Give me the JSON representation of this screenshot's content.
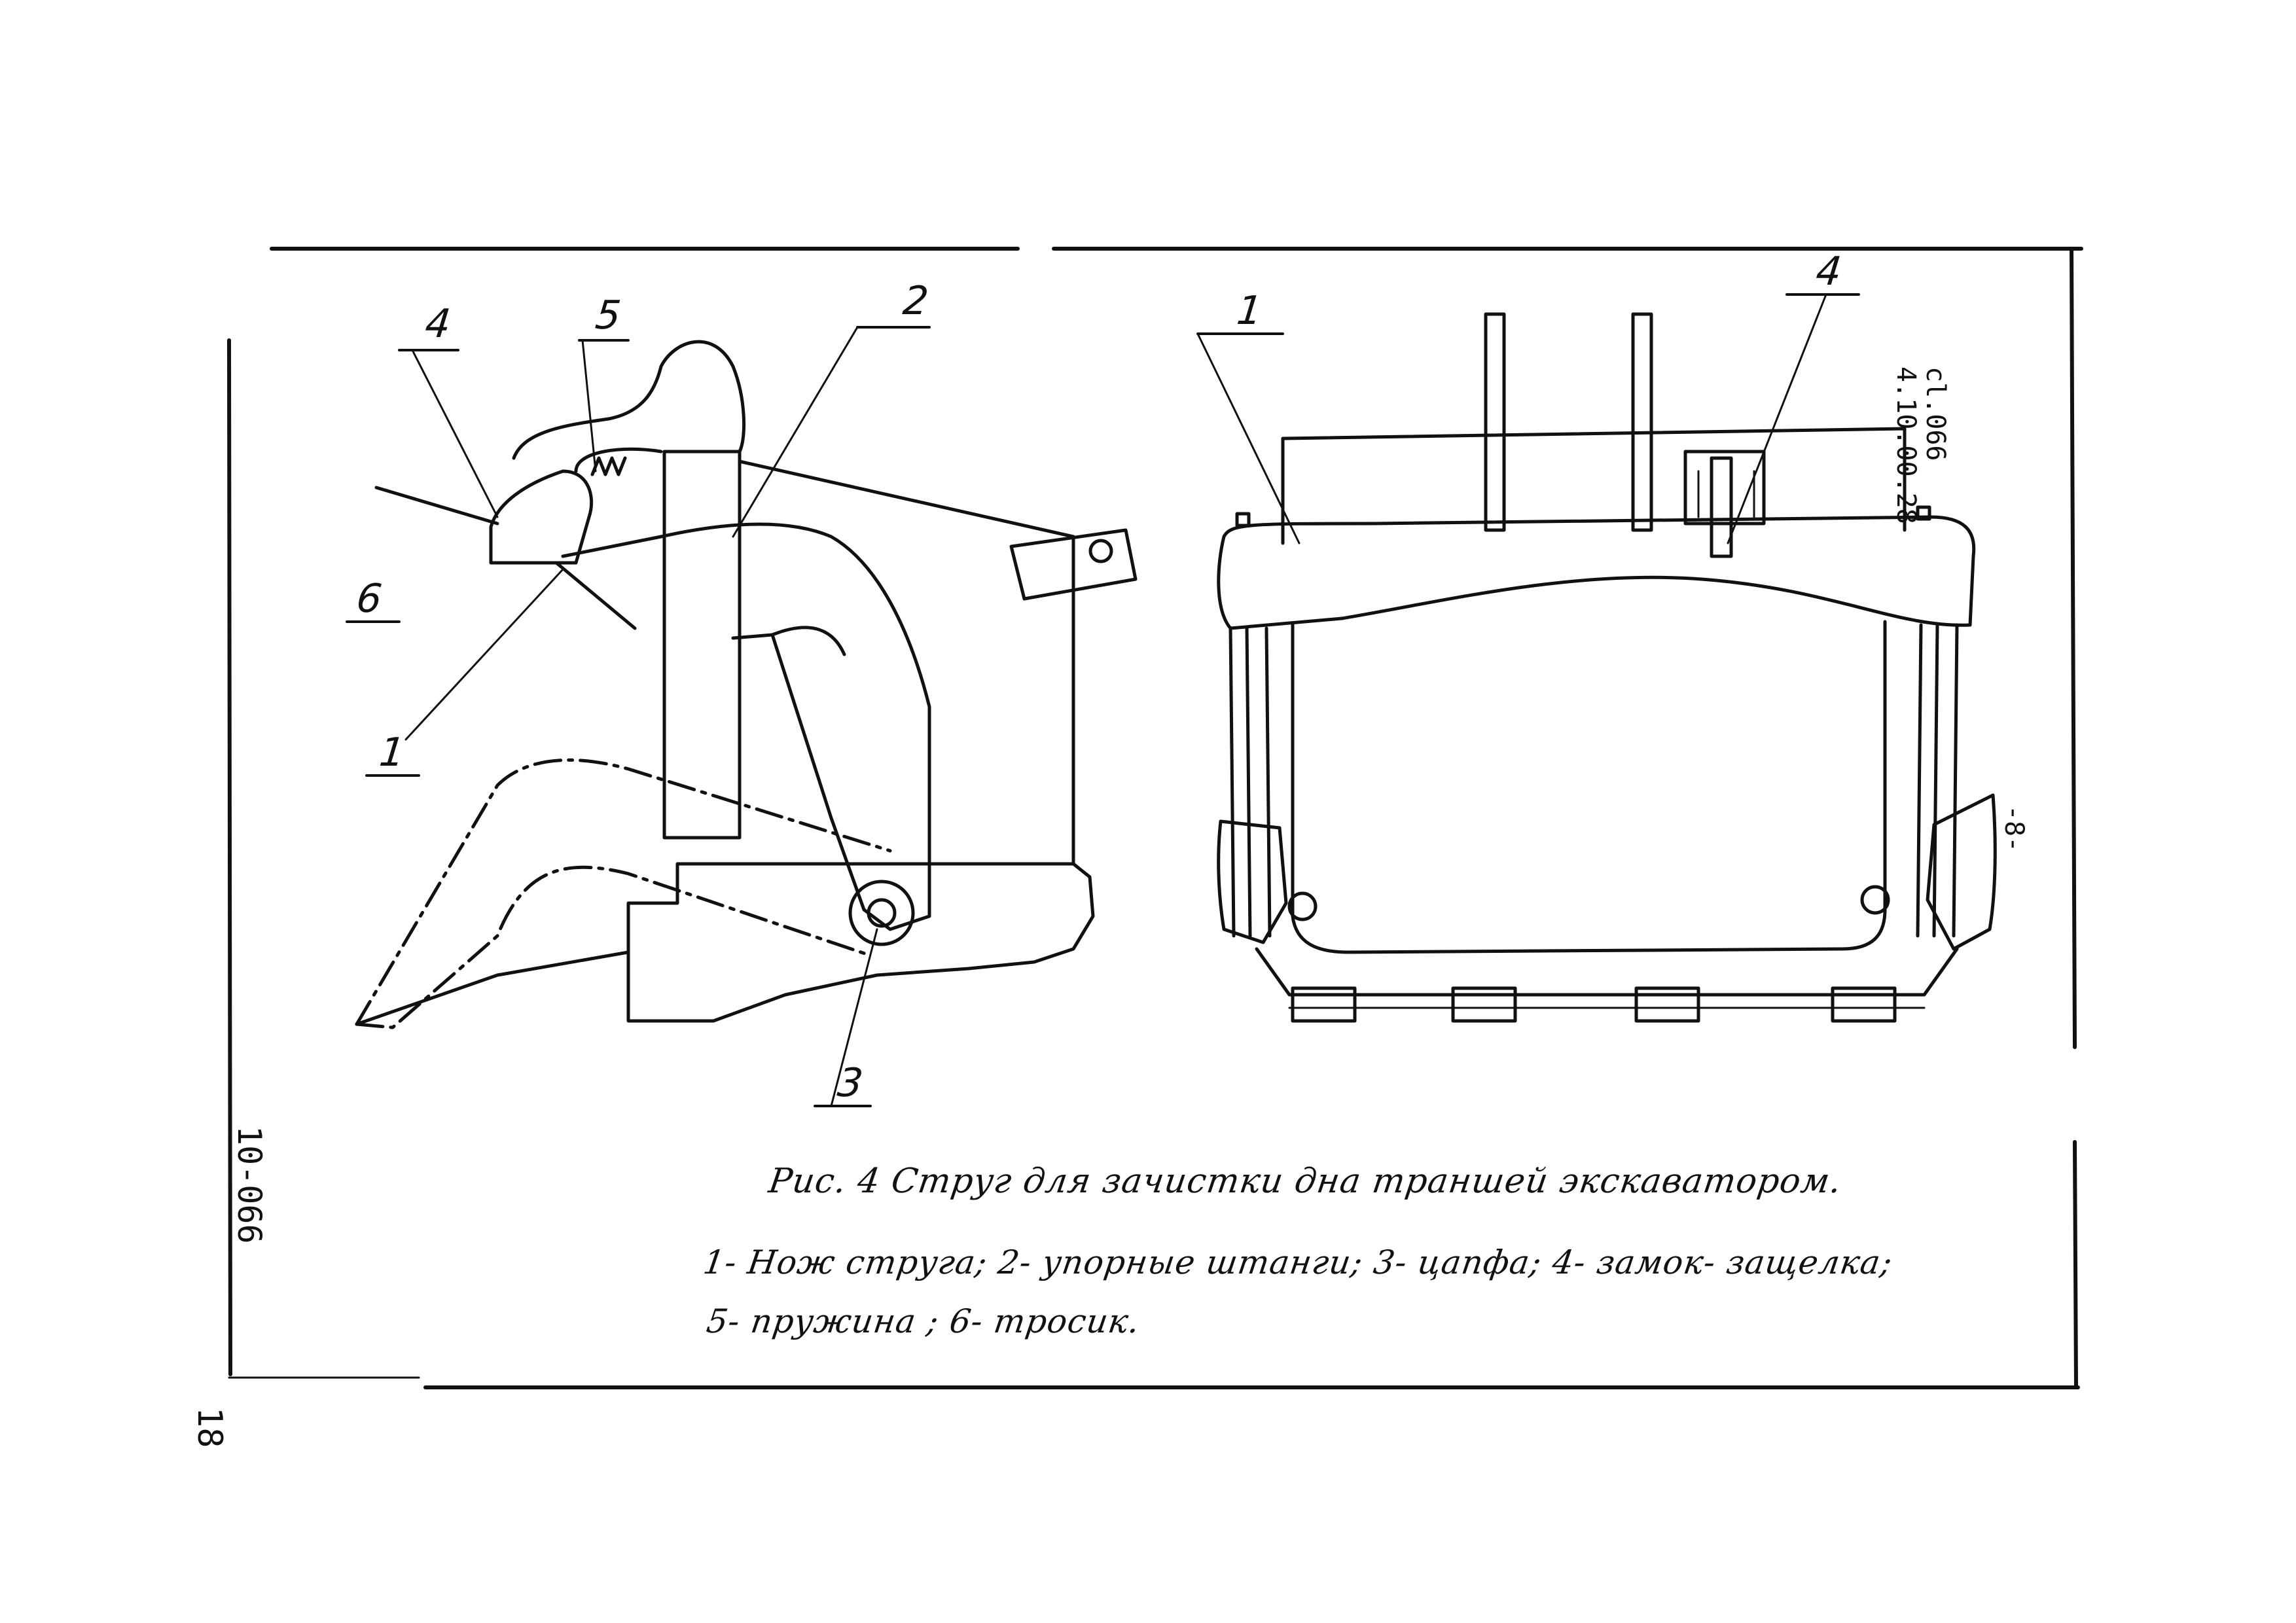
{
  "document": {
    "code_vertical_1": "4.10.00.28",
    "code_vertical_2": "cl.066",
    "page_marker": "-8-",
    "side_stamp": "18",
    "side_code": "10-066"
  },
  "figure": {
    "title": "Рис. 4  Струг для зачистки дна  траншей экскаватором.",
    "legend_line_1": "1- Нож струга;  2- упорные   штанги; 3- цапфа;  4- замок- защелка;",
    "legend_line_2": "5- пружина ;   6- тросик."
  },
  "callouts_left": {
    "c1": "1",
    "c2": "2",
    "c3": "3",
    "c4": "4",
    "c5": "5",
    "c6": "6"
  },
  "callouts_right": {
    "c1": "1",
    "c4": "4"
  },
  "colors": {
    "ink": "#111111",
    "paper": "#ffffff"
  }
}
